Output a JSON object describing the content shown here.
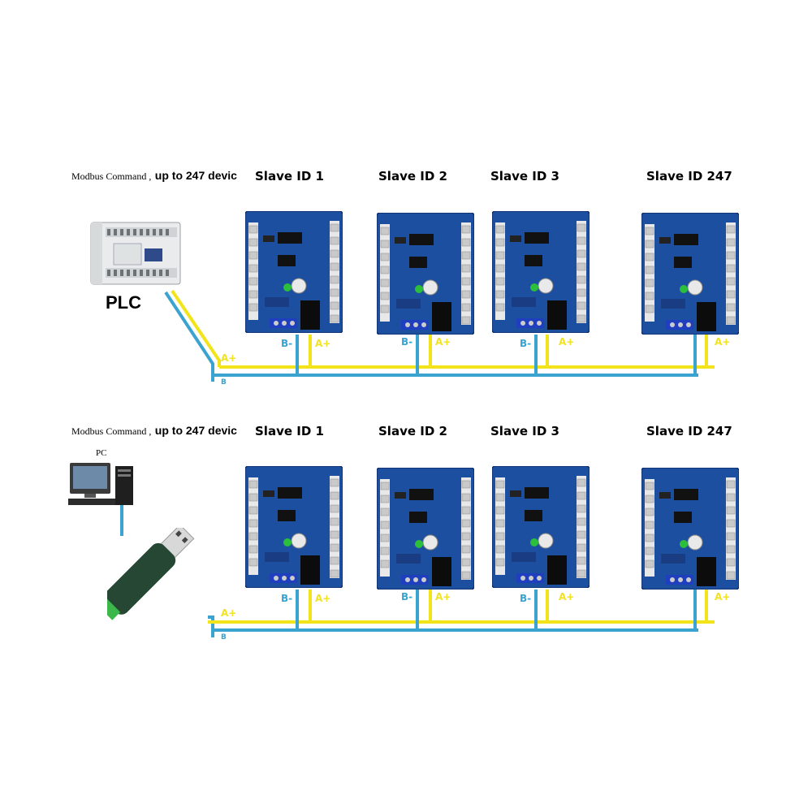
{
  "sections": [
    {
      "command_prefix": "Modbus Command ,",
      "command_suffix": "up to 247 devic",
      "host": {
        "label": "PLC",
        "icon": "plc-icon"
      },
      "slaves": [
        {
          "label": "Slave ID 1"
        },
        {
          "label": "Slave ID 2"
        },
        {
          "label": "Slave ID 3"
        },
        {
          "label": "Slave ID 247"
        }
      ],
      "wire_labels": {
        "a": "A+",
        "b": "B-",
        "trunk_a": "A+",
        "trunk_b": "B"
      }
    },
    {
      "command_prefix": "Modbus Command ,",
      "command_suffix": "up to 247 devic",
      "host": {
        "label": "PC",
        "icon": "pc-icon",
        "adapter_icon": "usb-rs485-adapter-icon"
      },
      "slaves": [
        {
          "label": "Slave ID 1"
        },
        {
          "label": "Slave ID 2"
        },
        {
          "label": "Slave ID 3"
        },
        {
          "label": "Slave ID 247"
        }
      ],
      "wire_labels": {
        "a": "A+",
        "b": "B-",
        "trunk_a": "A+",
        "trunk_b": "B"
      }
    }
  ],
  "colors": {
    "wire_a": "#f2e31a",
    "wire_b": "#3aa3cf",
    "board": "#1d4fa0"
  }
}
